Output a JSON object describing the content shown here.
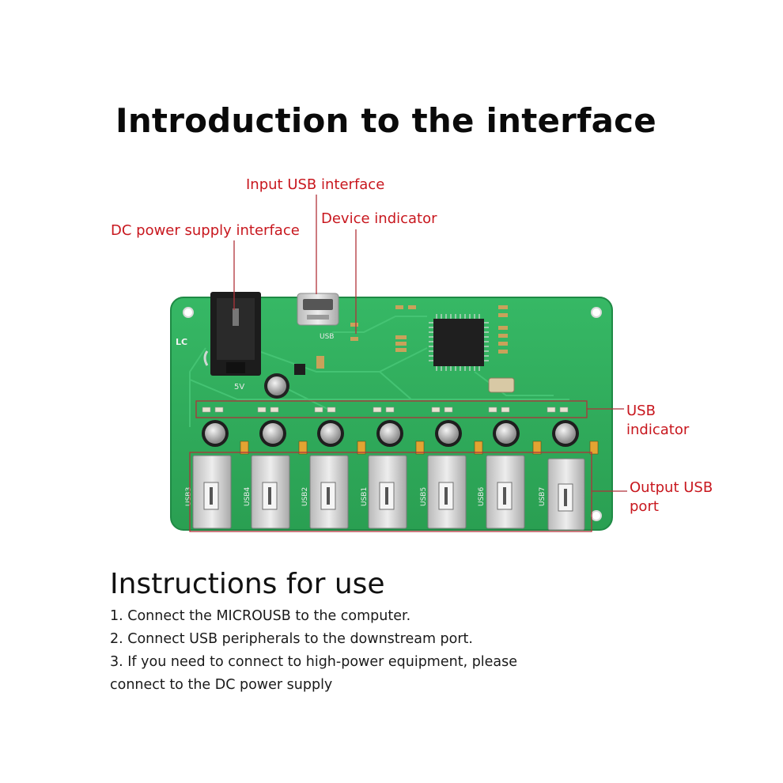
{
  "title": "Introduction to the interface",
  "callouts": {
    "input_usb": "Input USB interface",
    "device_indicator": "Device indicator",
    "dc_power": "DC power supply interface",
    "usb_indicator": "USB indicator",
    "output_usb": "Output USB port"
  },
  "board_labels": {
    "lc": "LC",
    "five_v": "5V",
    "usb": "USB",
    "ports": [
      "USB3",
      "USB4",
      "USB2",
      "USB1",
      "USB5",
      "USB6",
      "USB7"
    ]
  },
  "instructions": {
    "heading": "Instructions for use",
    "steps": [
      "1. Connect the MICROUSB to the computer.",
      "2. Connect USB peripherals to the downstream port.",
      "3. If you need to connect to high-power equipment, please",
      "connect to the DC power supply"
    ]
  },
  "colors": {
    "pcb": "#2fae5c",
    "annotation": "#c8171e",
    "annotation_line": "#b0323a"
  }
}
